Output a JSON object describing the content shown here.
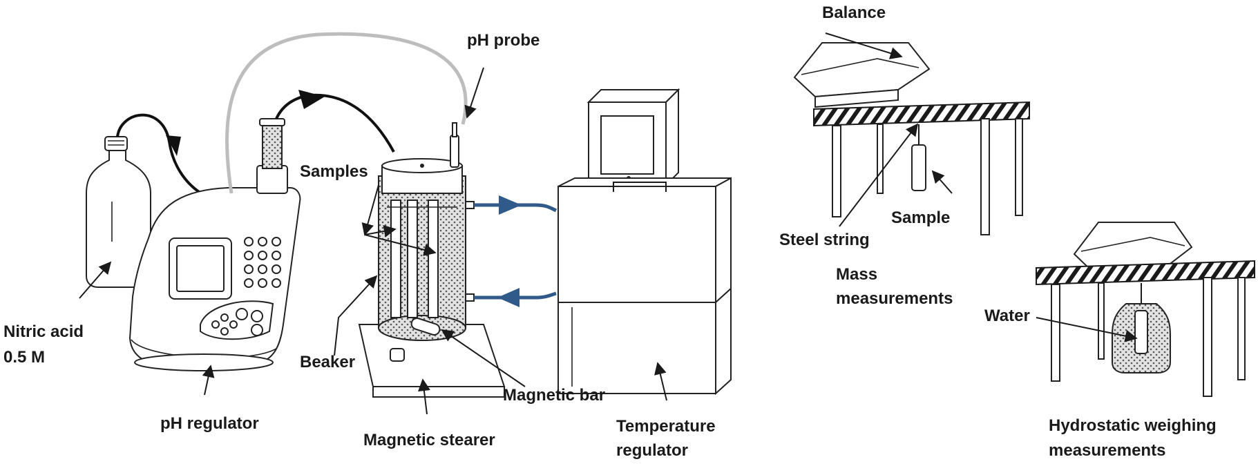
{
  "labels": {
    "nitric_acid_line1": "Nitric acid",
    "nitric_acid_line2": "0.5 M",
    "ph_regulator": "pH regulator",
    "ph_probe": "pH probe",
    "samples": "Samples",
    "beaker": "Beaker",
    "magnetic_bar": "Magnetic bar",
    "magnetic_stearer": "Magnetic stearer",
    "temperature_regulator_line1": "Temperature",
    "temperature_regulator_line2": "regulator",
    "balance": "Balance",
    "sample": "Sample",
    "steel_string": "Steel string",
    "mass_measurements_line1": "Mass",
    "mass_measurements_line2": "measurements",
    "water": "Water",
    "hydrostatic_line1": "Hydrostatic weighing",
    "hydrostatic_line2": "measurements"
  },
  "colors": {
    "outline": "#1a1a1a",
    "water_hose": "#2f5a8a",
    "probe_cable": "#bdbdbd",
    "liquid_fill": "#cfcfcf"
  }
}
